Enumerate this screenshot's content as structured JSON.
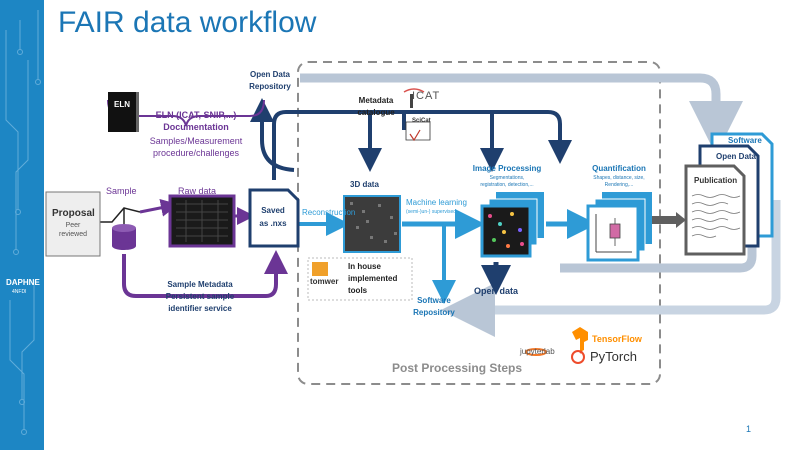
{
  "title": "FAIR data workflow",
  "slide_number": "1",
  "logo_text": "DAPHNE",
  "logo_subtext": "4NFDI",
  "proposal": {
    "label": "Proposal",
    "sub1": "Peer",
    "sub2": "reviewed"
  },
  "eln": {
    "book_label": "ELN",
    "line1": "ELN (ICAT, SNIP,...)",
    "line2": "Documentation",
    "line3": "Samples/Measurement",
    "line4": "procedure/challenges"
  },
  "sample_label": "Sample",
  "raw_data_label": "Raw data",
  "saved": {
    "line1": "Saved",
    "line2": "as .nxs"
  },
  "sample_metadata": {
    "line1": "Sample Metadata",
    "line2": "Persistent sample",
    "line3": "identifier service"
  },
  "open_data_repository": {
    "line1": "Open Data",
    "line2": "Repository"
  },
  "metadata_catalogue": {
    "line1": "Metadata",
    "line2": "catalogue"
  },
  "icat_label": "ICAT",
  "scicat_label": "SciCat",
  "reconstruction_label": "Reconstruction",
  "data3d_label": "3D data",
  "machine_learning": {
    "label": "Machine learning",
    "sub": "(semi-)un-) supervised"
  },
  "image_processing": {
    "title": "Image Processing",
    "sub1": "Segmentations,",
    "sub2": "registration, detection,..."
  },
  "quantification": {
    "title": "Quantification",
    "sub1": "Shapes, distance, size,",
    "sub2": "Rendering,..."
  },
  "open_data_label": "Open data",
  "software_repository": {
    "line1": "Software",
    "line2": "Repository"
  },
  "tomwer_label": "tomwer",
  "inhouse": {
    "line1": "In house",
    "line2": "implemented",
    "line3": "tools"
  },
  "stack": {
    "software": "Software",
    "open_data": "Open Data",
    "publication": "Publication"
  },
  "post_processing_label": "Post Processing Steps",
  "logos": {
    "tensorflow": "TensorFlow",
    "pytorch": "PyTorch",
    "jupyter": "jupyter",
    "jupyter_suffix": "lab"
  },
  "colors": {
    "blue_dark": "#1f3f6e",
    "blue_light": "#2e9bd6",
    "purple": "#6b3595",
    "grey": "#5f5f5f",
    "grey_light": "#b9c6d6",
    "accent_blue": "#1b76b5"
  }
}
